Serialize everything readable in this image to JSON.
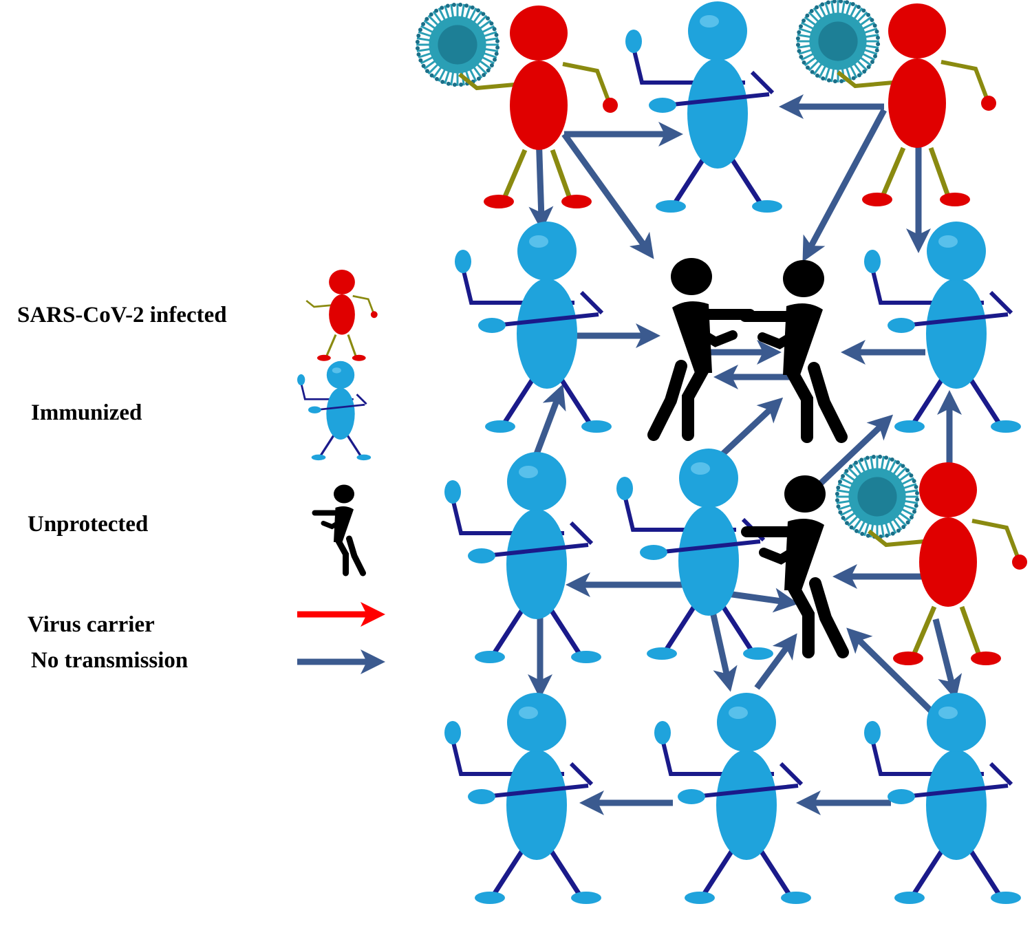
{
  "legend": {
    "infected": "SARS-CoV-2 infected",
    "immunized": "Immunized",
    "unprotected": "Unprotected",
    "virus_carrier": "Virus carrier",
    "no_transmission": "No transmission"
  },
  "colors": {
    "infected": "#e00000",
    "immunized": "#1fa3dc",
    "unprotected": "#000000",
    "carrier_arrow": "#ff0000",
    "no_transmission_arrow": "#3b5a8f",
    "limb_immunized": "#1a1a8a",
    "limb_infected": "#8a8a10",
    "virus": "#2a9fb5"
  }
}
